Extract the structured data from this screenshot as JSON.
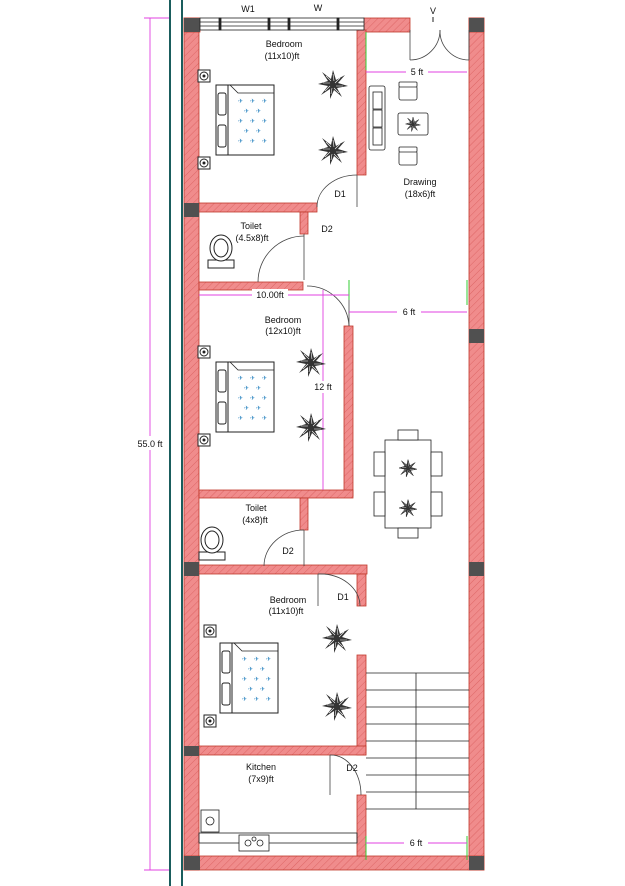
{
  "overall_dimension": "55.0 ft",
  "window_labels": {
    "w1": "W1",
    "w": "W",
    "v": "V"
  },
  "rooms": {
    "bedroom_top": {
      "name": "Bedroom",
      "size": "(11x10)ft"
    },
    "drawing": {
      "name": "Drawing",
      "size": "(18x6)ft"
    },
    "toilet_top": {
      "name": "Toilet",
      "size": "(4.5x8)ft"
    },
    "bedroom_middle": {
      "name": "Bedroom",
      "size": "(12x10)ft"
    },
    "toilet_middle": {
      "name": "Toilet",
      "size": "(4x8)ft"
    },
    "bedroom_bottom": {
      "name": "Bedroom",
      "size": "(11x10)ft"
    },
    "kitchen": {
      "name": "Kitchen",
      "size": "(7x9)ft"
    }
  },
  "doors": {
    "bedroom_top": "D1",
    "toilet_top": "D2",
    "toilet_middle": "D2",
    "bedroom_bottom": "D1",
    "kitchen": "D2"
  },
  "dimensions": {
    "entrance_width": "5 ft",
    "corridor_width": "6 ft",
    "bedroom_middle_width": "10.00ft",
    "bedroom_middle_depth": "12 ft",
    "stair_passage_width": "6 ft"
  },
  "colors": {
    "wall_fill": "#f08c8c",
    "wall_edge": "#c0392b",
    "column": "#505050",
    "dimension_line": "#e040e0",
    "green_marks": "#33cc33",
    "door_swing": "#444444"
  }
}
